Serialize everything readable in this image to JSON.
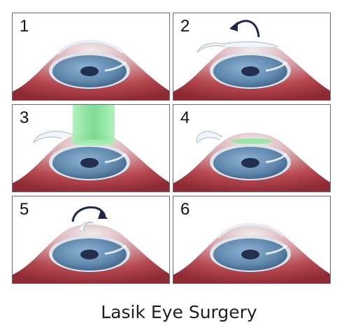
{
  "panels": [
    {
      "number": "1"
    },
    {
      "number": "2"
    },
    {
      "number": "3"
    },
    {
      "number": "4"
    },
    {
      "number": "5"
    },
    {
      "number": "6"
    }
  ],
  "caption": "Lasik Eye Surgery",
  "colors": {
    "skin": "#b8454c",
    "iris": "#5f88ad",
    "pupil": "#242e4f",
    "laser": "#7fdf94",
    "arrow": "#1e2846"
  }
}
